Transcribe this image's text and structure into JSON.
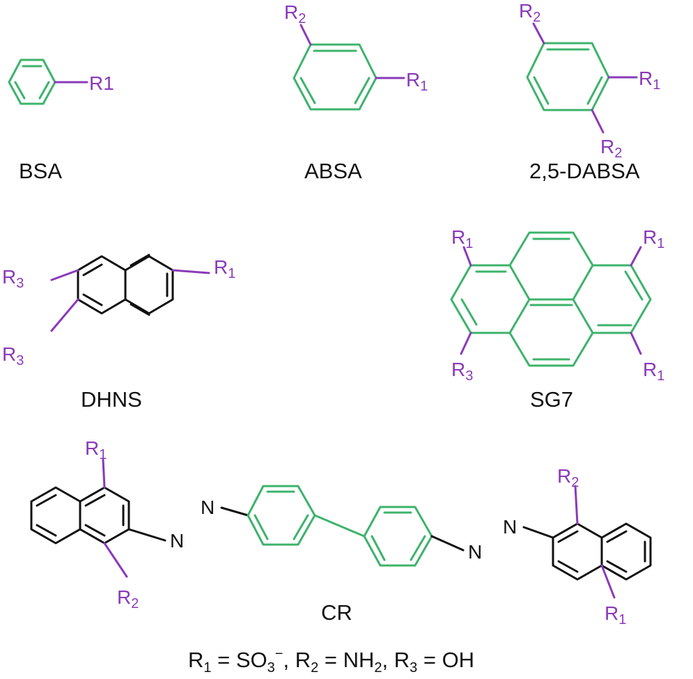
{
  "colors": {
    "green_rings": "#3db36b",
    "substituent_purple": "#8a3ab9",
    "black_structure": "#111111",
    "background": "#ffffff"
  },
  "compounds": [
    {
      "name": "BSA",
      "substituents": [
        "R1"
      ]
    },
    {
      "name": "ABSA",
      "substituents": [
        "R2",
        "R1"
      ]
    },
    {
      "name": "2,5-DABSA",
      "substituents": [
        "R2",
        "R1",
        "R2"
      ]
    },
    {
      "name": "DHNS",
      "substituents": [
        "R3",
        "R3",
        "R1"
      ]
    },
    {
      "name": "SG7",
      "substituents": [
        "R1",
        "R1",
        "R3",
        "R1"
      ]
    },
    {
      "name": "CR",
      "substituents": [
        "R1",
        "R2",
        "R2",
        "R1"
      ]
    }
  ],
  "atoms": {
    "nitrogen": "N"
  },
  "legend": {
    "r1_label": "R",
    "r1_sub": "1",
    "r1_value": "SO",
    "r1_value_sub": "3",
    "r1_charge": "−",
    "r2_label": "R",
    "r2_sub": "2",
    "r2_value": "NH",
    "r2_value_sub": "2",
    "r3_label": "R",
    "r3_sub": "3",
    "r3_value": "OH"
  }
}
